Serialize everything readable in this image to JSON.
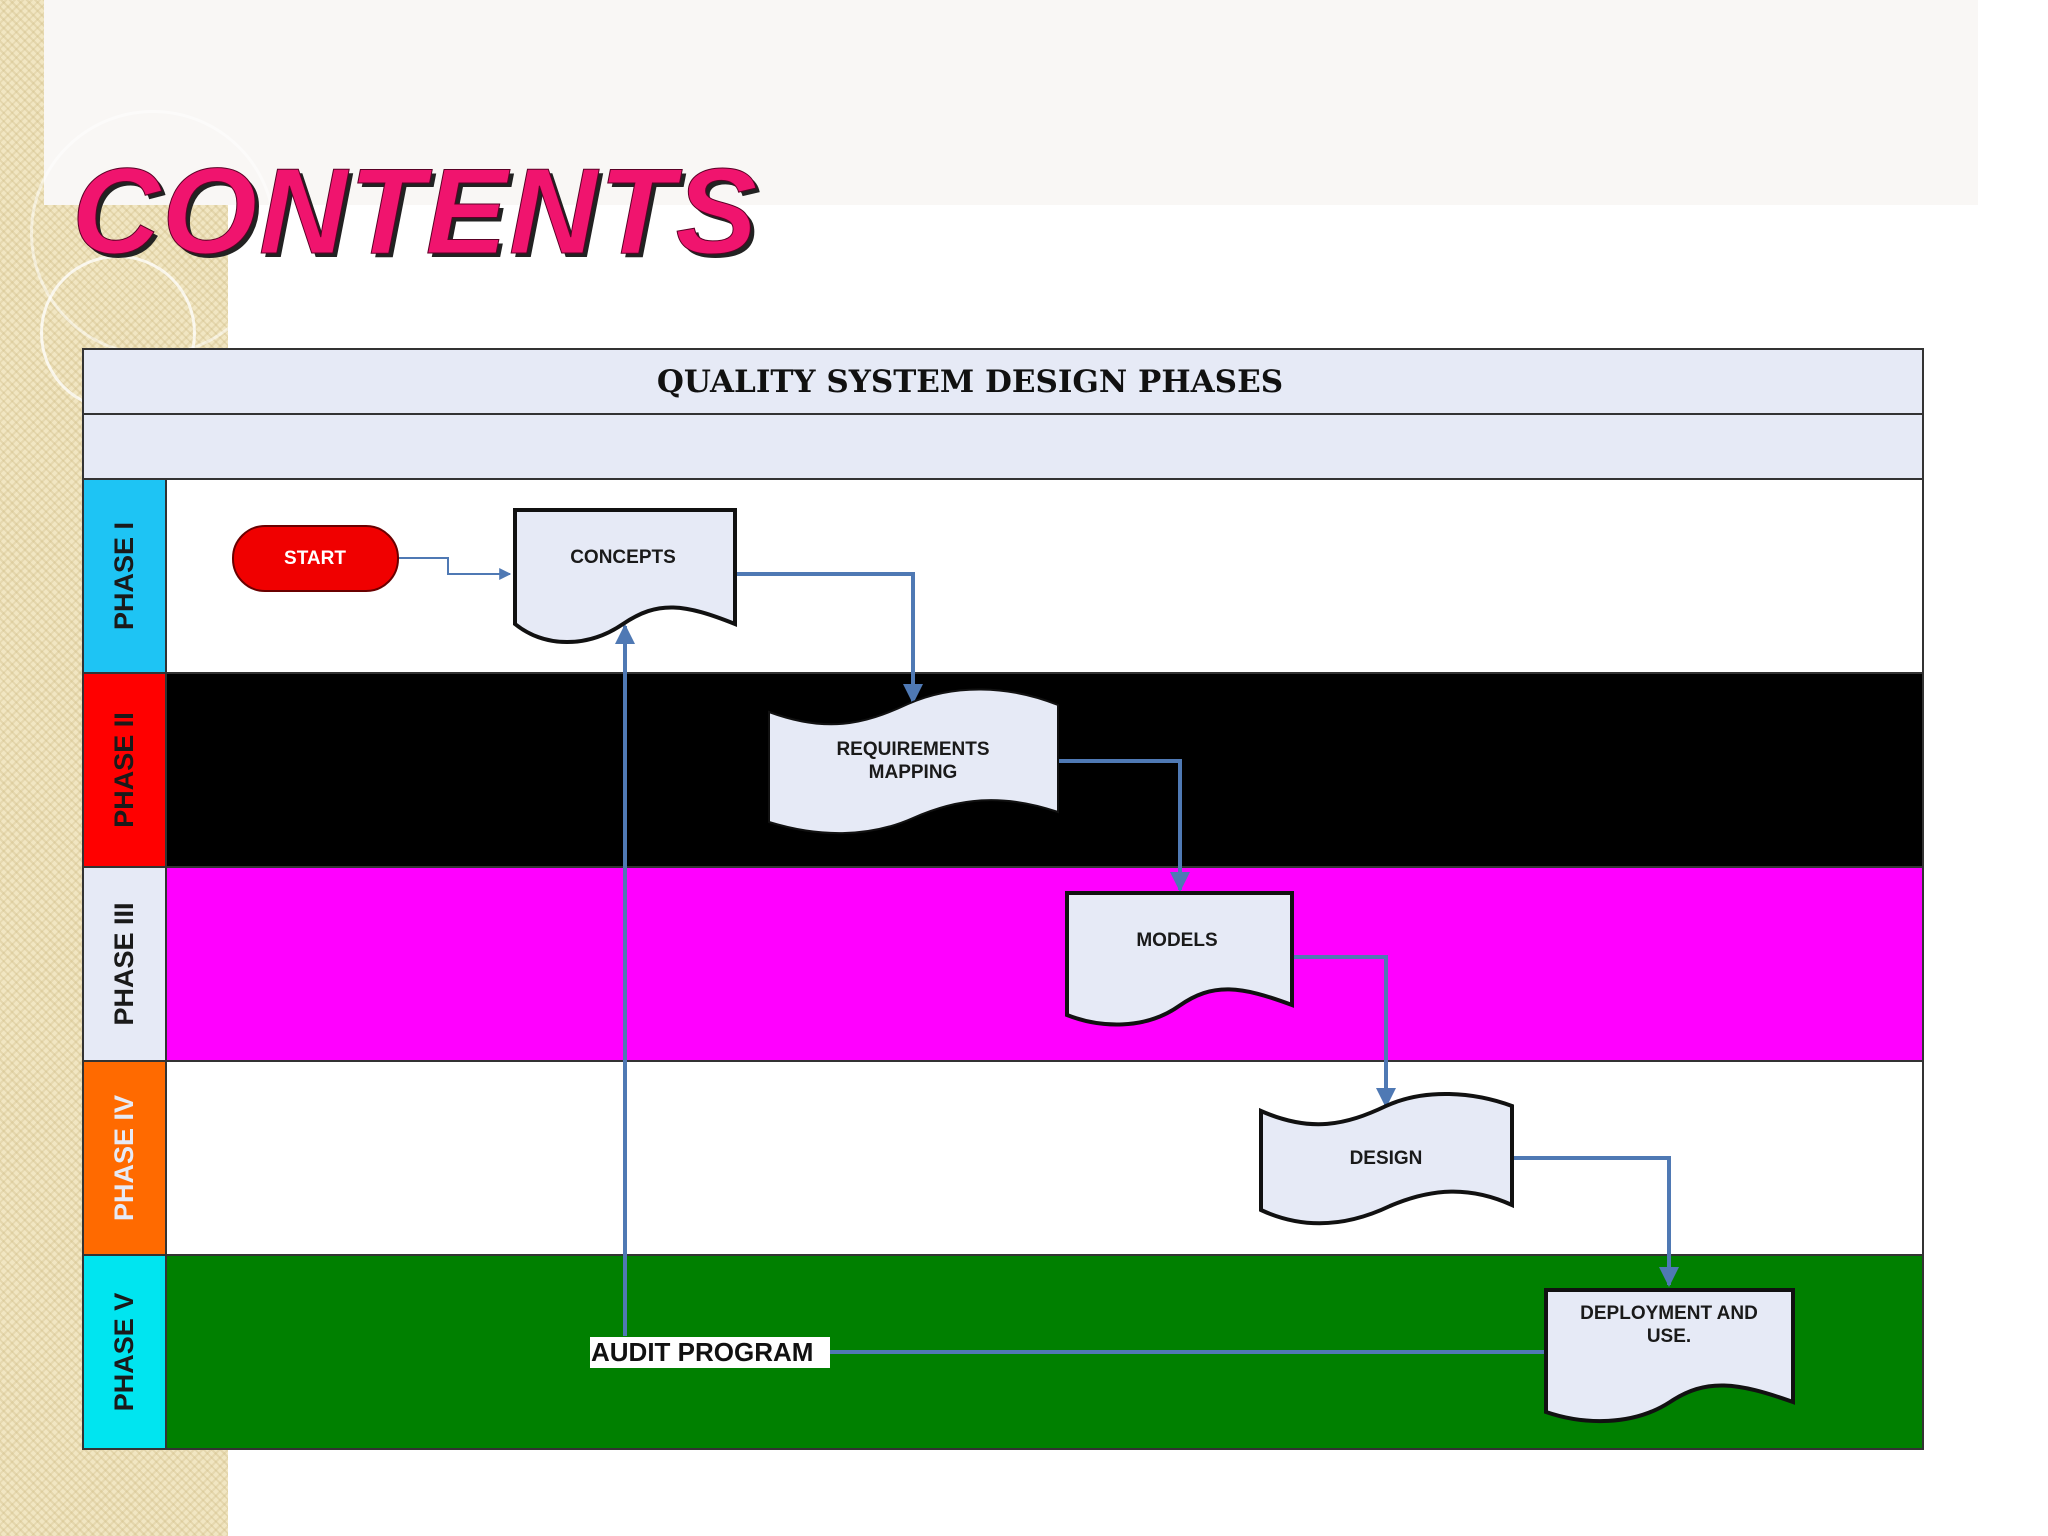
{
  "slide": {
    "title": "CONTENTS"
  },
  "diagram": {
    "title": "QUALITY SYSTEM DESIGN PHASES",
    "phases": [
      {
        "label": "PHASE I",
        "header_color": "#1ec4f4",
        "lane_color": "#ffffff",
        "text_color": "#1a1a1a"
      },
      {
        "label": "PHASE II",
        "header_color": "#ff0000",
        "lane_color": "#000000",
        "text_color": "#1a1a1a"
      },
      {
        "label": "PHASE III",
        "header_color": "#e6eaf6",
        "lane_color": "#ff00ff",
        "text_color": "#1a1a1a"
      },
      {
        "label": "PHASE IV",
        "header_color": "#ff6a00",
        "lane_color": "#ffffff",
        "text_color": "#e6eaf6"
      },
      {
        "label": "PHASE V",
        "header_color": "#00e5f0",
        "lane_color": "#008000",
        "text_color": "#1a1a1a"
      }
    ],
    "nodes": {
      "start": "START",
      "concepts": "CONCEPTS",
      "requirements_line1": "REQUIREMENTS",
      "requirements_line2": "MAPPING",
      "models": "MODELS",
      "design": "DESIGN",
      "deployment_line1": "DEPLOYMENT AND",
      "deployment_line2": "USE.",
      "audit": "AUDIT PROGRAM"
    },
    "colors": {
      "connector": "#4f79b4",
      "node_fill": "#e6eaf6",
      "start_fill": "#f00000",
      "header_fill": "#e6eaf6"
    }
  }
}
